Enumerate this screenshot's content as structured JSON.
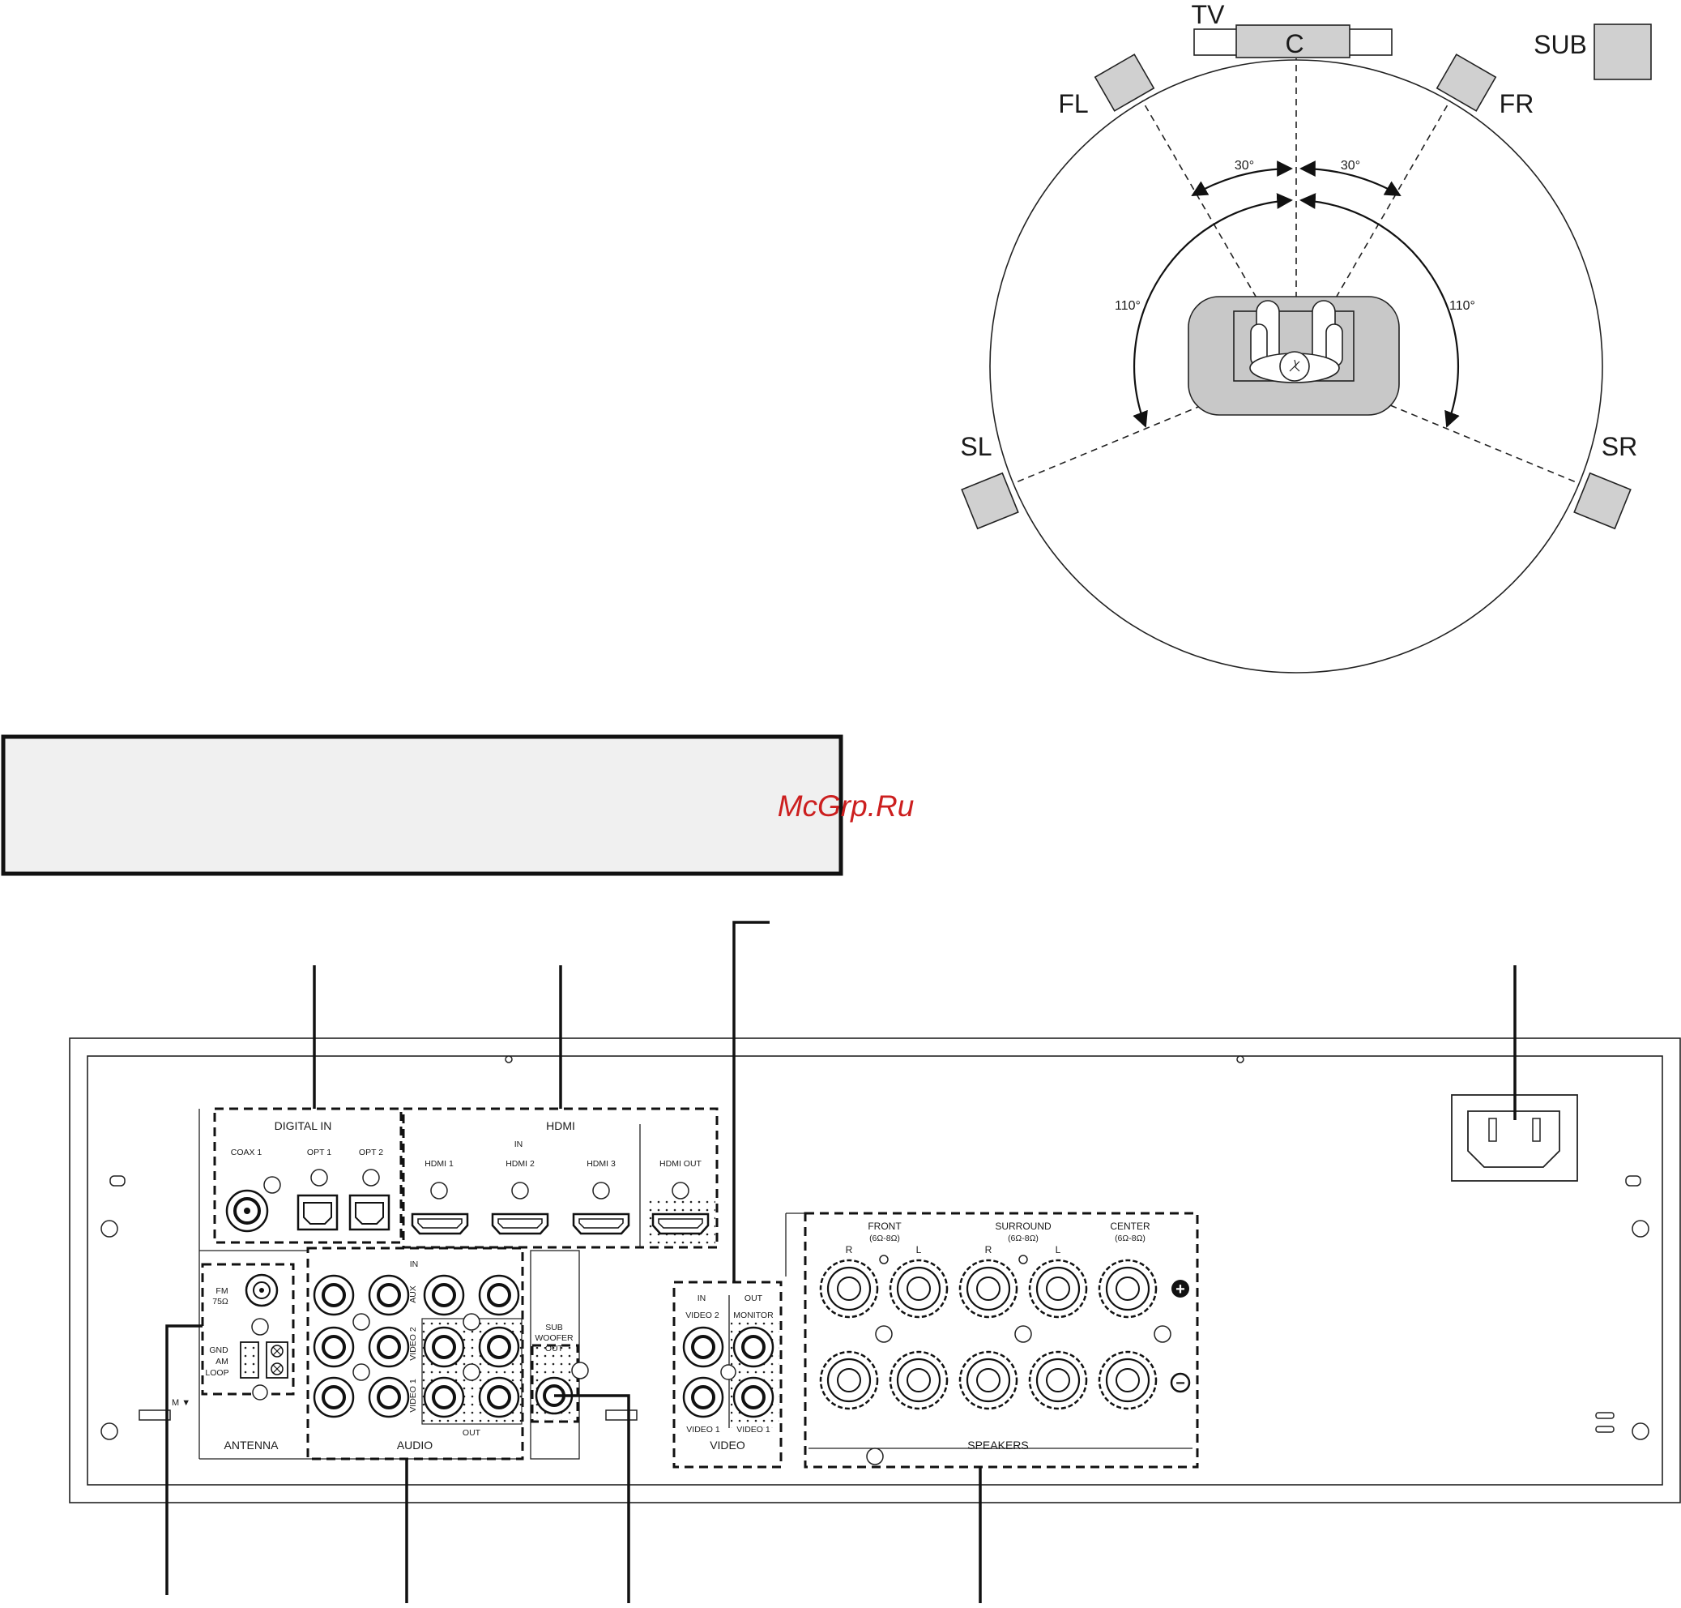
{
  "layout_diagram": {
    "speakers": {
      "tv": "TV",
      "center": "C",
      "subwoofer": "SUB",
      "front_left": "FL",
      "front_right": "FR",
      "surround_left": "SL",
      "surround_right": "SR"
    },
    "angles": {
      "front_left": "30°",
      "front_right": "30°",
      "surround_left": "110°",
      "surround_right": "110°"
    }
  },
  "watermark": "McGrp.Ru",
  "rear_panel": {
    "digital_in": {
      "title": "DIGITAL IN",
      "coax1": "COAX 1",
      "opt1": "OPT 1",
      "opt2": "OPT 2"
    },
    "hdmi": {
      "title": "HDMI",
      "in_label": "IN",
      "hdmi1": "HDMI 1",
      "hdmi2": "HDMI 2",
      "hdmi3": "HDMI 3",
      "hdmi_out": "HDMI OUT"
    },
    "antenna": {
      "title": "ANTENNA",
      "fm": "FM",
      "fm_ohm": "75Ω",
      "gnd": "GND",
      "am": "AM",
      "loop": "LOOP"
    },
    "audio": {
      "title": "AUDIO",
      "in_label": "IN",
      "out_label": "OUT",
      "aux": "AUX",
      "video2": "VIDEO 2",
      "video1": "VIDEO 1"
    },
    "subwoofer": {
      "line1": "SUB",
      "line2": "WOOFER",
      "line3": "OUT"
    },
    "video": {
      "title": "VIDEO",
      "in_label": "IN",
      "out_label": "OUT",
      "video2": "VIDEO 2",
      "monitor": "MONITOR",
      "video1_in": "VIDEO 1",
      "video1_out": "VIDEO 1"
    },
    "speakers": {
      "title": "SPEAKERS",
      "front": "FRONT",
      "surround": "SURROUND",
      "center": "CENTER",
      "impedance": "(6Ω-8Ω)",
      "right": "R",
      "left": "L",
      "plus": "+",
      "minus": "−"
    }
  }
}
